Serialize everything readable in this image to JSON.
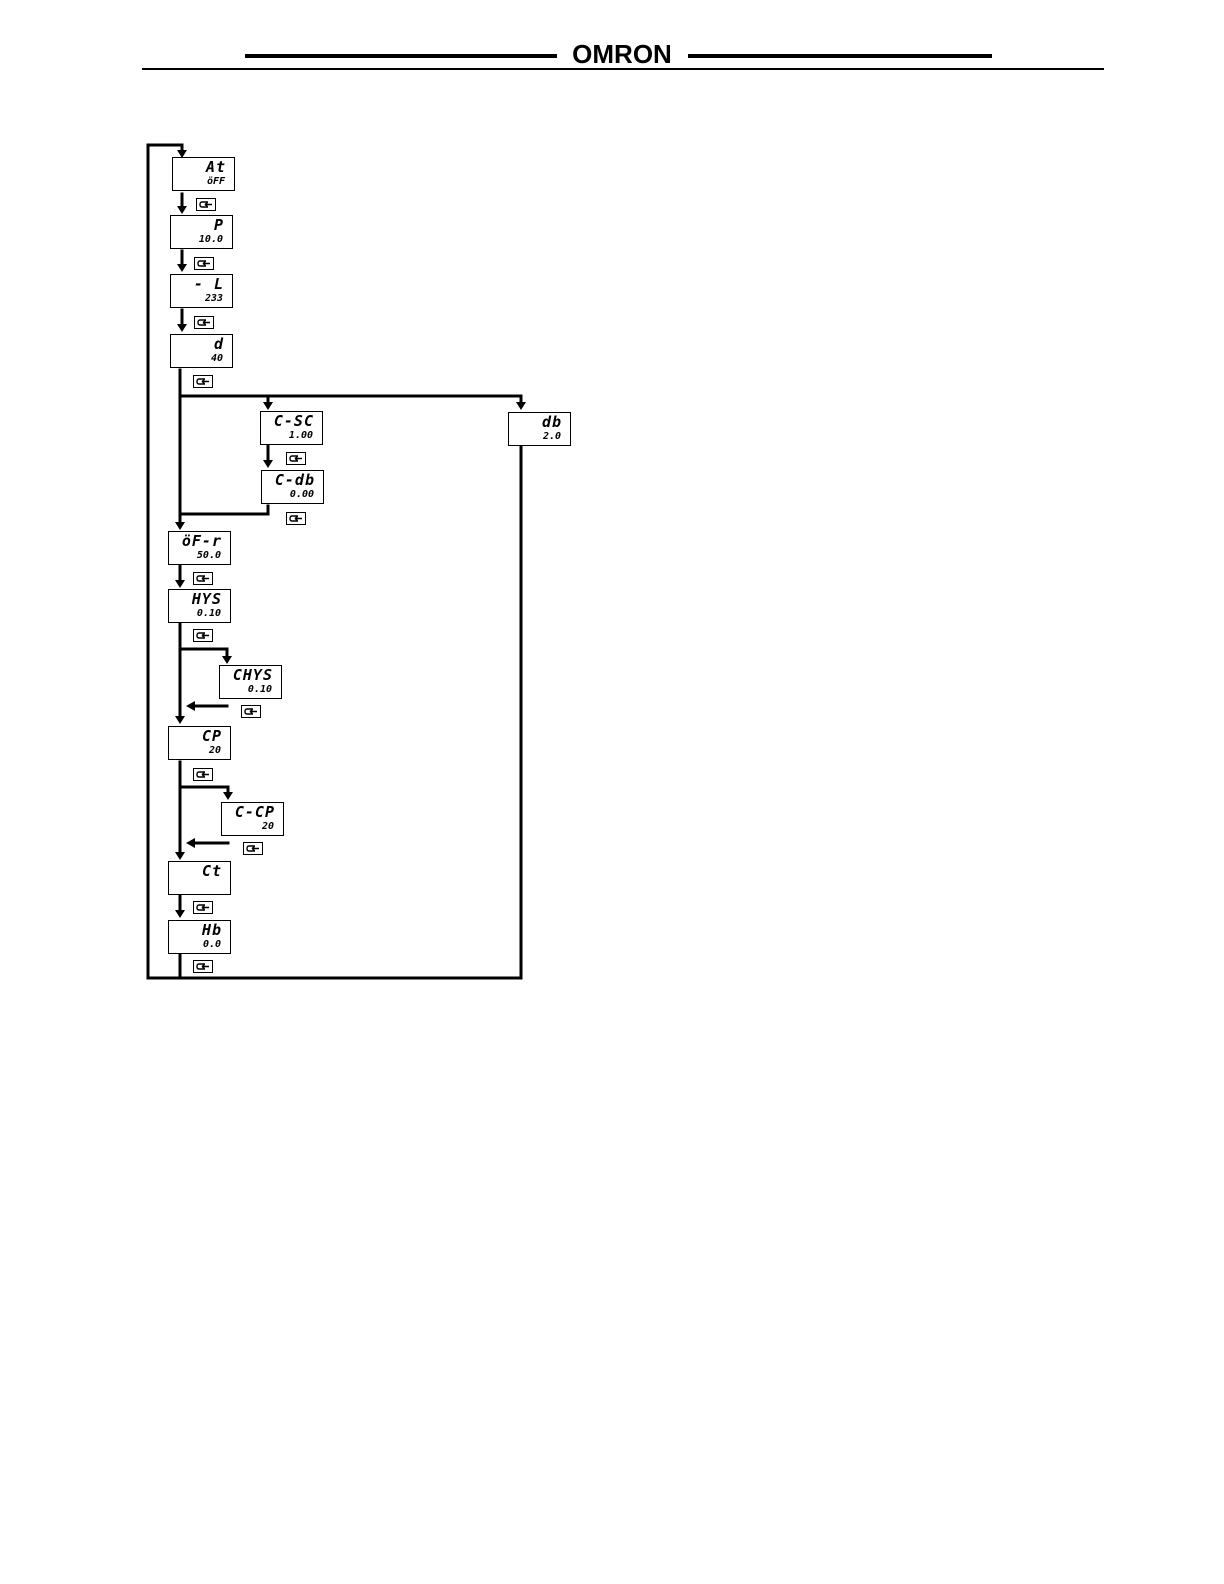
{
  "header": {
    "brand": "OMRON"
  },
  "parameters": {
    "at": {
      "name": "At",
      "value": "öFF"
    },
    "p": {
      "name": "P",
      "value": "10.0"
    },
    "i": {
      "name": "- L",
      "value": "233"
    },
    "d": {
      "name": "d",
      "value": "40"
    },
    "c_sc": {
      "name": "C-SC",
      "value": "1.00"
    },
    "c_db": {
      "name": "C-db",
      "value": "0.00"
    },
    "db": {
      "name": "db",
      "value": "2.0"
    },
    "of_r": {
      "name": "öF-r",
      "value": "50.0"
    },
    "hys": {
      "name": "HYS",
      "value": "0.10"
    },
    "chys": {
      "name": "CHYS",
      "value": "0.10"
    },
    "cp": {
      "name": "CP",
      "value": "20"
    },
    "c_cp": {
      "name": "C-CP",
      "value": "20"
    },
    "ct": {
      "name": "Ct",
      "value": ""
    },
    "hb": {
      "name": "Hb",
      "value": "0.0"
    }
  },
  "icons": {
    "mode_key": "mode-key-icon"
  }
}
